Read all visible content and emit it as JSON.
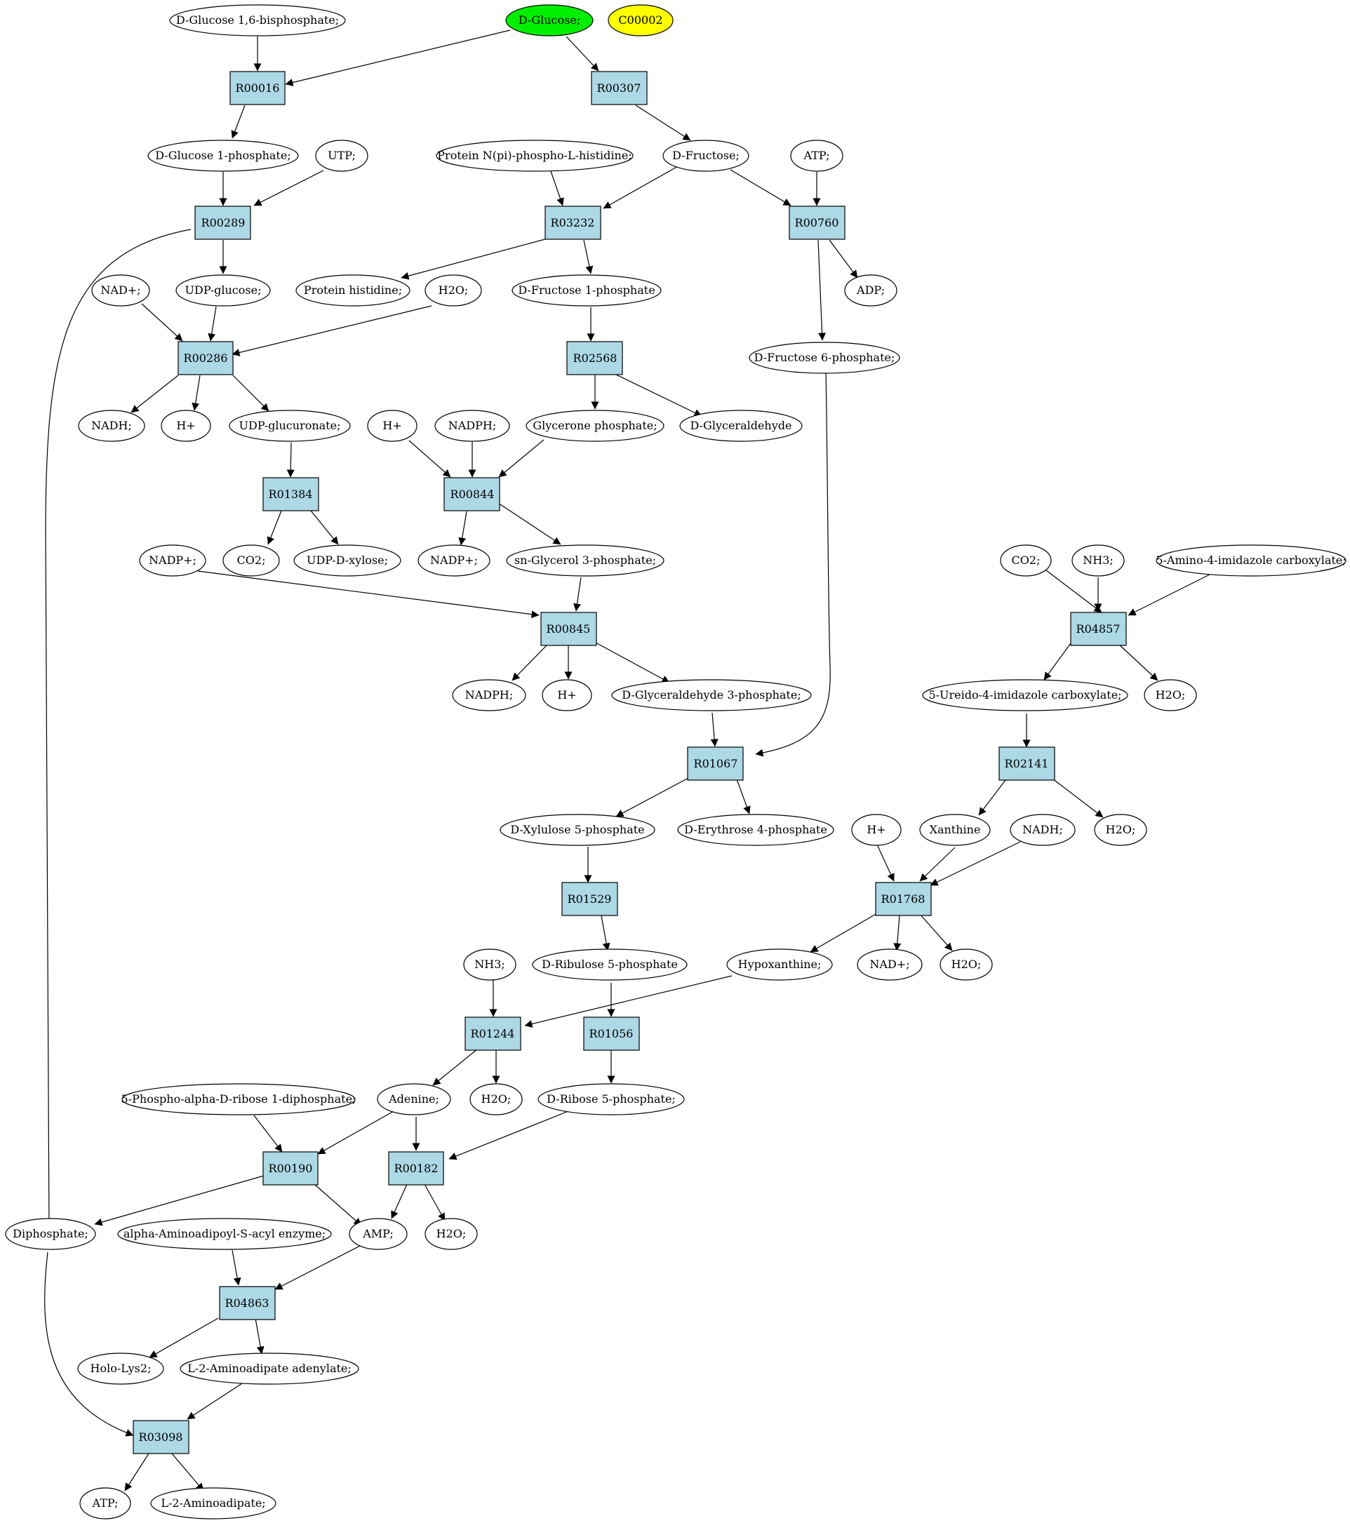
{
  "colors": {
    "reaction_fill": "#add8e6",
    "compound_fill": "#ffffff",
    "start_fill": "#00ee00",
    "target_fill": "#ffff00",
    "stroke": "#000000"
  },
  "reactions": {
    "R00016": "R00016",
    "R00307": "R00307",
    "R00289": "R00289",
    "R03232": "R03232",
    "R00760": "R00760",
    "R00286": "R00286",
    "R02568": "R02568",
    "R01384": "R01384",
    "R00844": "R00844",
    "R00845": "R00845",
    "R04857": "R04857",
    "R01067": "R01067",
    "R02141": "R02141",
    "R01529": "R01529",
    "R01768": "R01768",
    "R01244": "R01244",
    "R01056": "R01056",
    "R00190": "R00190",
    "R00182": "R00182",
    "R04863": "R04863",
    "R03098": "R03098"
  },
  "compounds": {
    "glc16bp": "D-Glucose 1,6-bisphosphate;",
    "glucose": "D-Glucose;",
    "c00002": "C00002",
    "glc1p": "D-Glucose 1-phosphate;",
    "utp": "UTP;",
    "protnphis": "Protein N(pi)-phospho-L-histidine;",
    "fructose": "D-Fructose;",
    "atp_a": "ATP;",
    "nad_a": "NAD+;",
    "udpglc": "UDP-glucose;",
    "prothis": "Protein histidine;",
    "h2o_a": "H2O;",
    "fru1p": "D-Fructose 1-phosphate",
    "adp": "ADP;",
    "fru6p": "D-Fructose 6-phosphate;",
    "nadh_a": "NADH;",
    "hplus_a": "H+",
    "udpglcua": "UDP-glucuronate;",
    "hplus_b": "H+",
    "nadph_a": "NADPH;",
    "glyceronep": "Glycerone phosphate;",
    "glyceraldehyde": "D-Glyceraldehyde",
    "nadp_a": "NADP+;",
    "co2_a": "CO2;",
    "udpxyl": "UDP-D-xylose;",
    "nadp_b": "NADP+;",
    "glycerol3p": "sn-Glycerol 3-phosphate;",
    "co2_b": "CO2;",
    "nh3_a": "NH3;",
    "aica": "5-Amino-4-imidazole carboxylate;",
    "nadph_b": "NADPH;",
    "hplus_c": "H+",
    "gap": "D-Glyceraldehyde 3-phosphate;",
    "ureido": "5-Ureido-4-imidazole carboxylate;",
    "h2o_b": "H2O;",
    "xu5p": "D-Xylulose 5-phosphate",
    "e4p": "D-Erythrose 4-phosphate",
    "hplus_d": "H+",
    "xanthine": "Xanthine",
    "nadh_b": "NADH;",
    "h2o_c": "H2O;",
    "nh3_b": "NH3;",
    "ru5p": "D-Ribulose 5-phosphate",
    "hypoxanthine": "Hypoxanthine;",
    "nad_b": "NAD+;",
    "h2o_d": "H2O;",
    "prpp": "5-Phospho-alpha-D-ribose 1-diphosphate;",
    "adenine": "Adenine;",
    "h2o_e": "H2O;",
    "r5p": "D-Ribose 5-phosphate;",
    "diphosphate": "Diphosphate;",
    "aminoadipoyl": "alpha-Aminoadipoyl-S-acyl enzyme;",
    "amp": "AMP;",
    "h2o_f": "H2O;",
    "hololys2": "Holo-Lys2;",
    "l2aa_adenylate": "L-2-Aminoadipate adenylate;",
    "atp_b": "ATP;",
    "l2aa": "L-2-Aminoadipate;"
  }
}
